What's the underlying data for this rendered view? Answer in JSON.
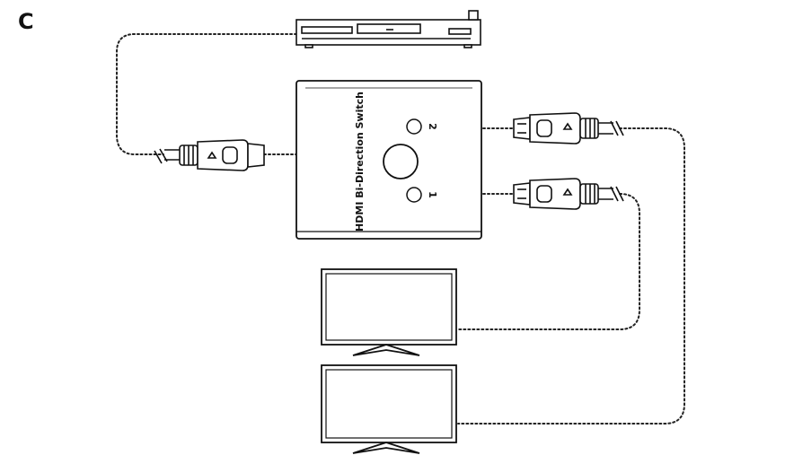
{
  "panel_label": "C",
  "device": {
    "name": "HDMI Bi-Direction Switch",
    "port_labels": [
      "2",
      "1"
    ]
  },
  "colors": {
    "line": "#111111",
    "dotted": "#222222",
    "fill": "#ffffff"
  }
}
